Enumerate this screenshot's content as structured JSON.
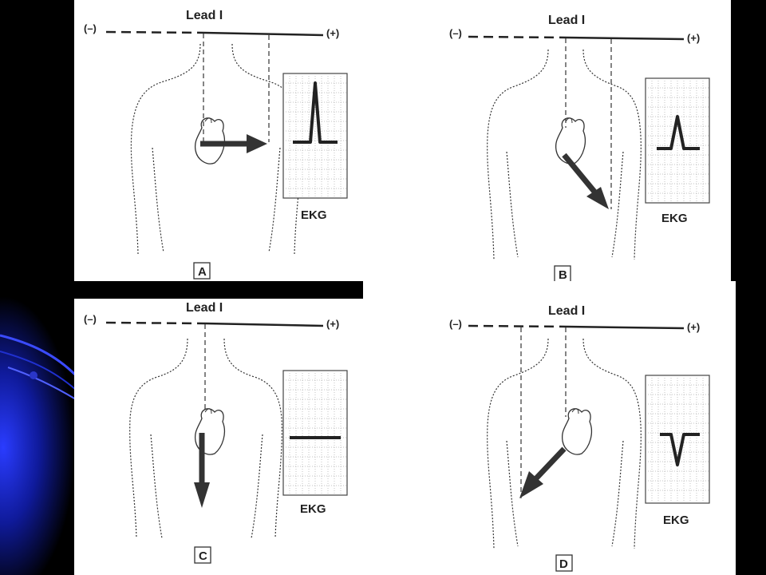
{
  "colors": {
    "background": "#000000",
    "swoosh": "#1a2fd0",
    "panel": "#ffffff",
    "ink": "#222222"
  },
  "panels": [
    {
      "letter": "A",
      "lead": "Lead I",
      "neg": "(–)",
      "pos": "(+)",
      "ekg": "EKG",
      "axis": "horizontal to the right",
      "deflection": "large positive"
    },
    {
      "letter": "B",
      "lead": "Lead I",
      "neg": "(–)",
      "pos": "(+)",
      "ekg": "EKG",
      "axis": "down and to the right",
      "deflection": "small positive"
    },
    {
      "letter": "C",
      "lead": "Lead I",
      "neg": "(–)",
      "pos": "(+)",
      "ekg": "EKG",
      "axis": "straight down",
      "deflection": "flat"
    },
    {
      "letter": "D",
      "lead": "Lead I",
      "neg": "(–)",
      "pos": "(+)",
      "ekg": "EKG",
      "axis": "down and to the left",
      "deflection": "negative"
    }
  ]
}
